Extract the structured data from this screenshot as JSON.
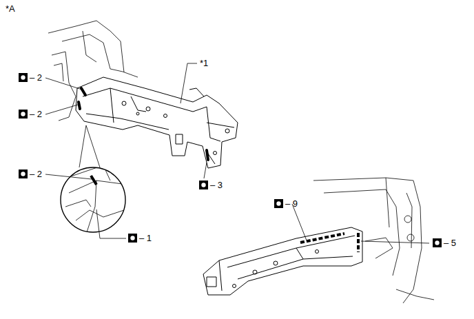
{
  "diagram": {
    "labels": [
      "*A",
      "*1",
      "– 2",
      "– 2",
      "– 2",
      "– 1",
      "– 3",
      "– 9",
      "– 5"
    ]
  }
}
